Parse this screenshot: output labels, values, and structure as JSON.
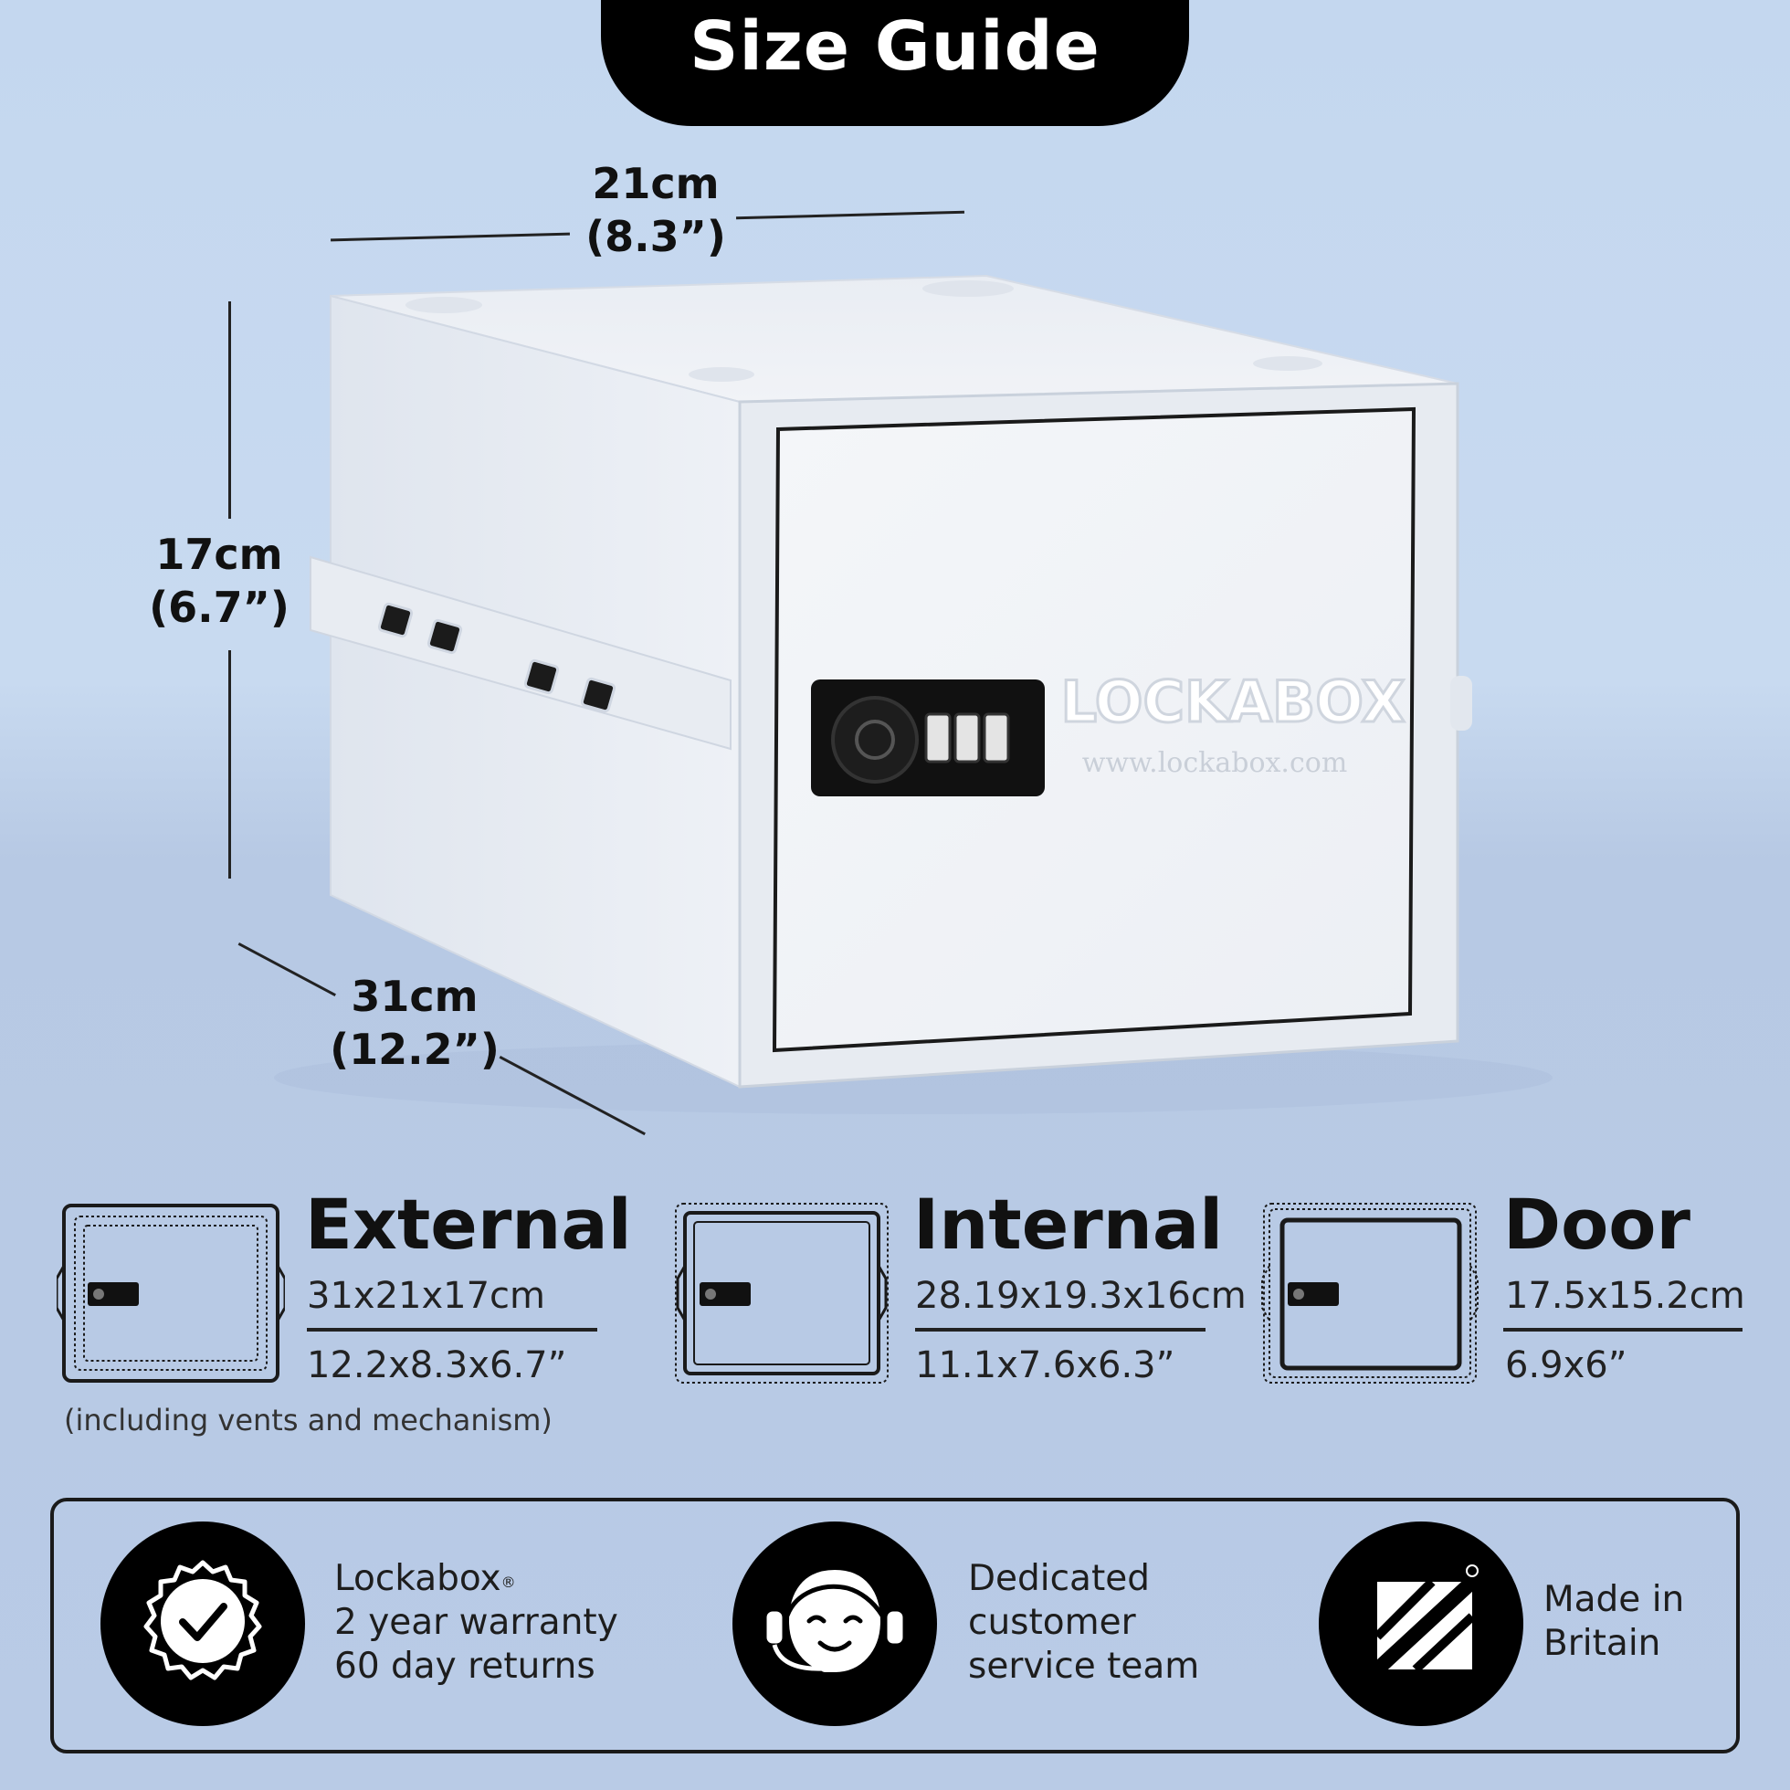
{
  "header": {
    "title": "Size Guide"
  },
  "dimensions": {
    "width": {
      "metric": "21cm",
      "imperial": "(8.3”)"
    },
    "height": {
      "metric": "17cm",
      "imperial": "(6.7”)"
    },
    "depth": {
      "metric": "31cm",
      "imperial": "(12.2”)"
    }
  },
  "product": {
    "logo": "LOCKABOX",
    "website": "www.lockabox.com"
  },
  "specs": [
    {
      "heading": "External",
      "metric": "31x21x17cm",
      "imperial": "12.2x8.3x6.7”",
      "note": "(including vents and mechanism)"
    },
    {
      "heading": "Internal",
      "metric": "28.19x19.3x16cm",
      "imperial": "11.1x7.6x6.3”"
    },
    {
      "heading": "Door",
      "metric": "17.5x15.2cm",
      "imperial": "6.9x6”"
    }
  ],
  "features": [
    {
      "icon": "badge-check-icon",
      "line1": "Lockabox",
      "line2": "2 year warranty",
      "line3": "60 day returns"
    },
    {
      "icon": "customer-service-icon",
      "line1": "Dedicated",
      "line2": "customer",
      "line3": "service team"
    },
    {
      "icon": "made-in-britain-icon",
      "line1": "Made in",
      "line2": "Britain"
    }
  ],
  "colors": {
    "background": "#c4d7ef",
    "accent": "#000000",
    "box": "#eef1f6"
  }
}
